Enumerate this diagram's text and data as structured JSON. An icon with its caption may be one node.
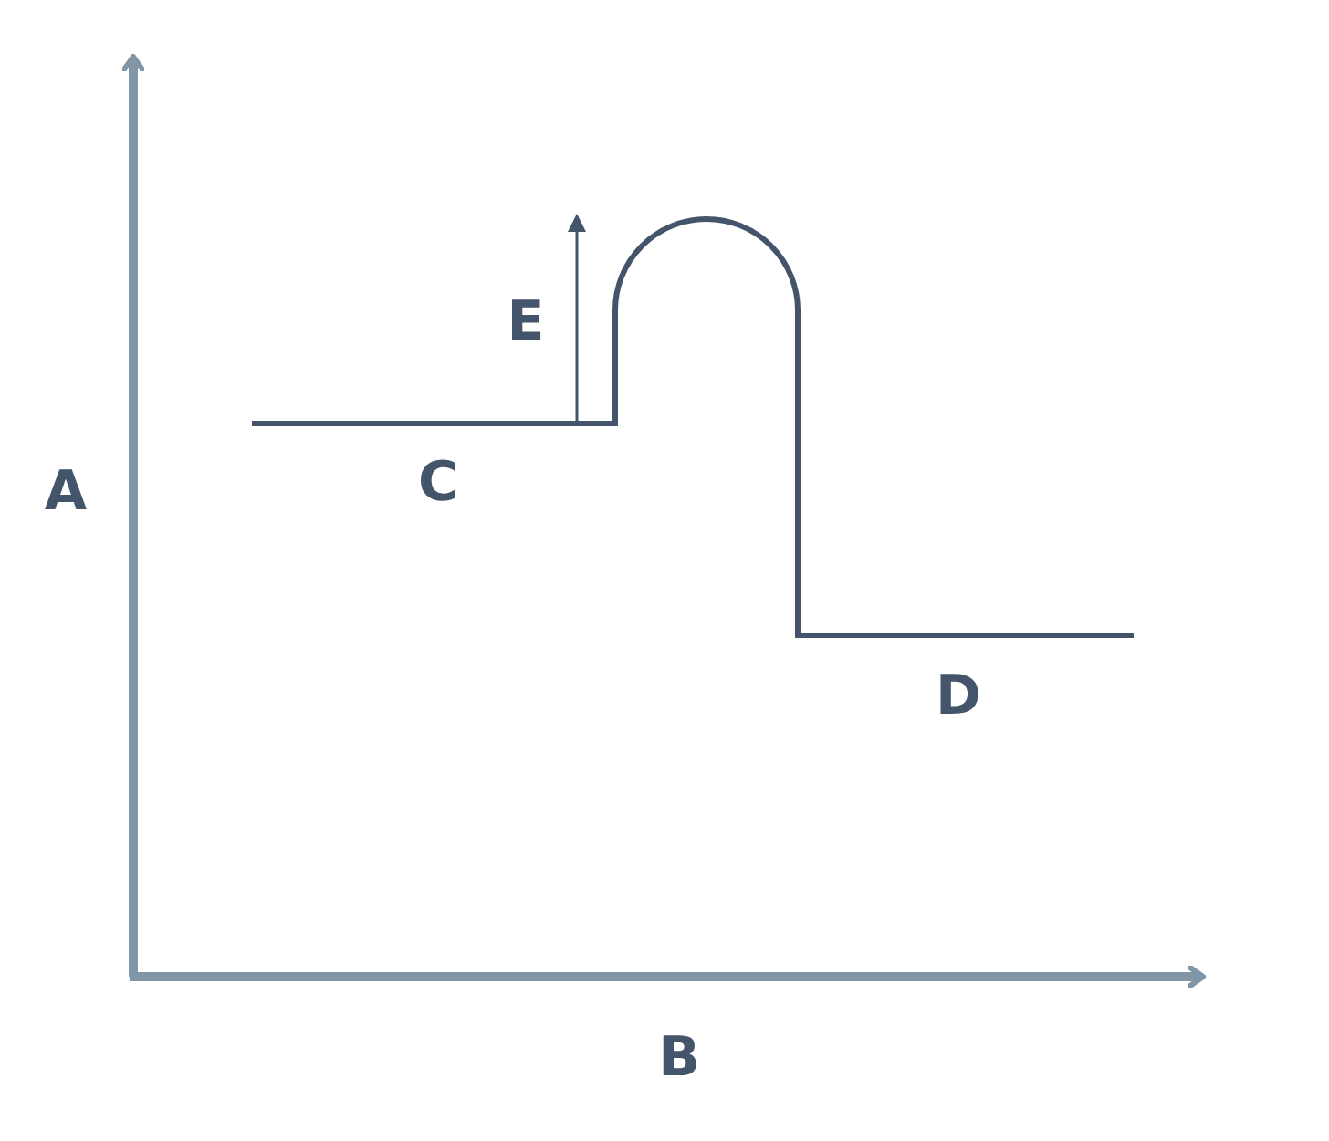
{
  "diagram": {
    "labels": [
      "E",
      "A",
      "C",
      "D",
      "B"
    ]
  }
}
